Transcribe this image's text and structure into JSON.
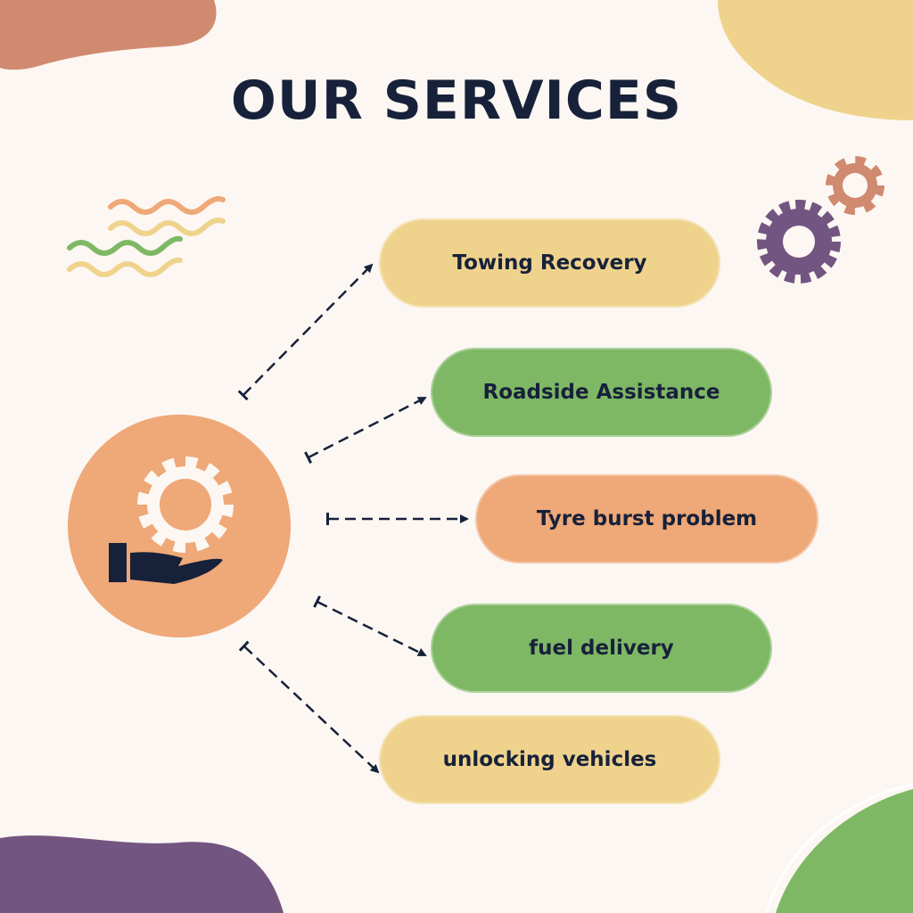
{
  "title": "OUR SERVICES",
  "services": [
    {
      "label": "Towing Recovery"
    },
    {
      "label": "Roadside Assistance"
    },
    {
      "label": "Tyre burst problem"
    },
    {
      "label": "fuel delivery"
    },
    {
      "label": "unlocking vehicles"
    }
  ],
  "colors": {
    "background": "#FCF7F2",
    "text": "#17213A",
    "yellow": "#EFD38D",
    "green": "#7EB865",
    "orange": "#EFA878",
    "terracotta": "#D08A70",
    "purple": "#735582"
  },
  "icons": {
    "center": "hand-gear-icon",
    "decor": "gears-icon"
  }
}
